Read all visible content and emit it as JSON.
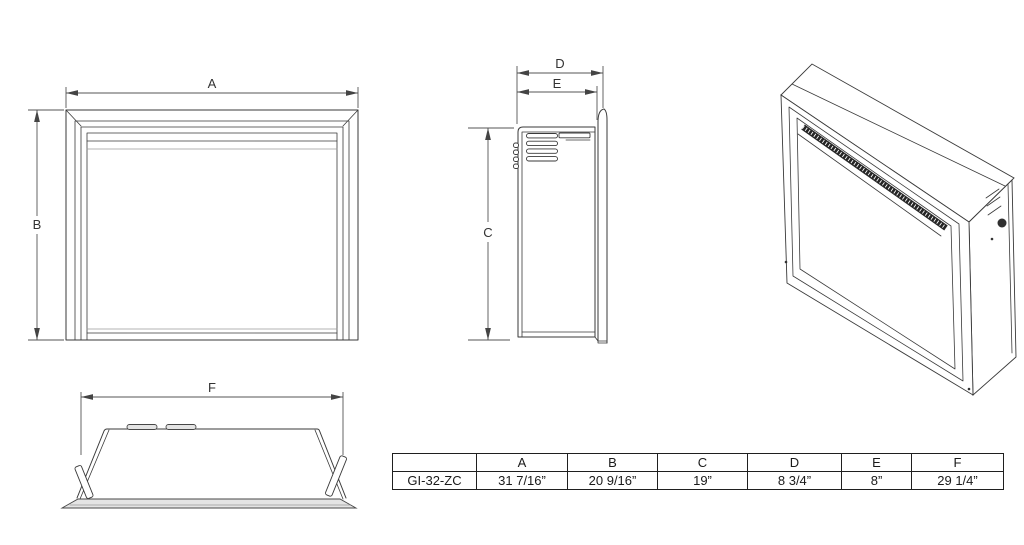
{
  "views": {
    "front": {
      "labels": {
        "width": "A",
        "height": "B"
      }
    },
    "side": {
      "labels": {
        "height": "C",
        "depth_outer": "D",
        "depth_inner": "E"
      }
    },
    "bottom": {
      "labels": {
        "width": "F"
      }
    }
  },
  "table": {
    "model_header": "",
    "columns": [
      "A",
      "B",
      "C",
      "D",
      "E",
      "F"
    ],
    "rows": [
      {
        "model": "GI-32-ZC",
        "values": [
          "31 7/16”",
          "20 9/16”",
          "19”",
          "8 3/4”",
          "8”",
          "29 1/4”"
        ]
      }
    ]
  },
  "colors": {
    "line": "#3a3a3a",
    "dim_line": "#555555",
    "table_border": "#1f1f1f",
    "background": "#ffffff"
  }
}
